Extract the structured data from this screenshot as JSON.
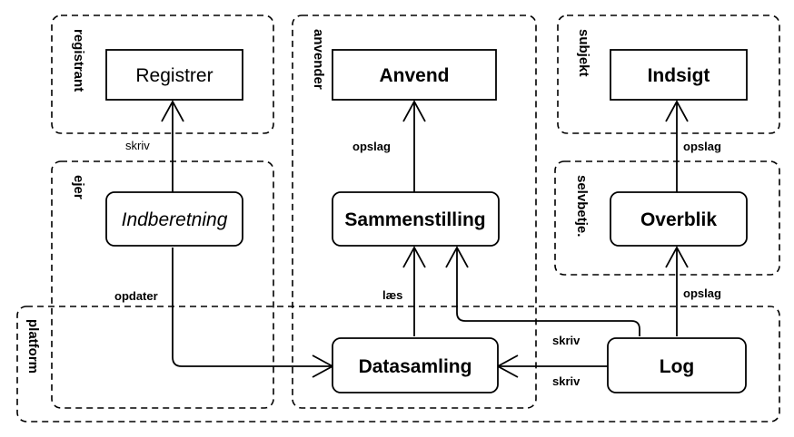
{
  "lanes": {
    "registrant": "registrant",
    "anvender": "anvender",
    "subjekt": "subjekt",
    "ejer": "ejer",
    "selvbetje": "selvbetje.",
    "platform": "platform"
  },
  "nodes": {
    "registrer": "Registrer",
    "anvend": "Anvend",
    "indsigt": "Indsigt",
    "indberetning": "Indberetning",
    "sammenstilling": "Sammenstilling",
    "overblik": "Overblik",
    "datasamling": "Datasamling",
    "log": "Log"
  },
  "edges": {
    "skriv_registrer": "skriv",
    "opslag_anvend": "opslag",
    "opslag_indsigt": "opslag",
    "opdater": "opdater",
    "laes": "læs",
    "opslag_overblik": "opslag",
    "skriv_sammenstilling": "skriv",
    "skriv_datasamling": "skriv"
  }
}
